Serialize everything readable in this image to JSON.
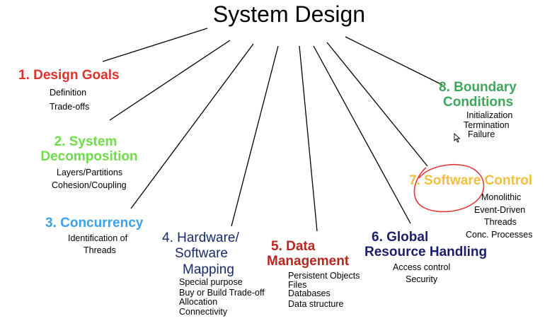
{
  "title": "System Design",
  "colors": {
    "design_goals": "#e0322b",
    "system_decomposition": "#6fdc4a",
    "concurrency": "#3ea0e8",
    "hardware_software_mapping": "#1a2a6a",
    "data_management": "#b8261e",
    "global_resource_handling": "#1d1e6a",
    "software_control": "#f2be3c",
    "boundary_conditions": "#3fa65c",
    "annotation": "#e03a3a"
  },
  "nodes": [
    {
      "key": "design_goals",
      "title_lines": [
        "1. Design Goals"
      ],
      "items": [
        "Definition",
        "Trade-offs"
      ]
    },
    {
      "key": "system_decomposition",
      "title_lines": [
        "2. System",
        "Decomposition"
      ],
      "items": [
        "Layers/Partitions",
        "Cohesion/Coupling"
      ]
    },
    {
      "key": "concurrency",
      "title_lines": [
        "3. Concurrency"
      ],
      "items": [
        "Identification of",
        "Threads"
      ]
    },
    {
      "key": "hardware_software_mapping",
      "title_lines": [
        "4. Hardware/",
        "Software",
        "Mapping"
      ],
      "items": [
        "Special purpose",
        "Buy or Build Trade-off",
        "Allocation",
        "Connectivity"
      ]
    },
    {
      "key": "data_management",
      "title_lines": [
        "5. Data",
        "Management"
      ],
      "items": [
        "Persistent Objects",
        "Files",
        "Databases",
        "Data structure"
      ]
    },
    {
      "key": "global_resource_handling",
      "title_lines": [
        "6. Global",
        "Resource Handling"
      ],
      "items": [
        "Access control",
        "Security"
      ]
    },
    {
      "key": "software_control",
      "title_lines": [
        "7. Software Control"
      ],
      "items": [
        "Monolithic",
        "Event-Driven",
        "Threads",
        "Conc. Processes"
      ]
    },
    {
      "key": "boundary_conditions",
      "title_lines": [
        "8. Boundary",
        "Conditions"
      ],
      "items": [
        "Initialization",
        "Termination",
        "Failure"
      ]
    }
  ]
}
